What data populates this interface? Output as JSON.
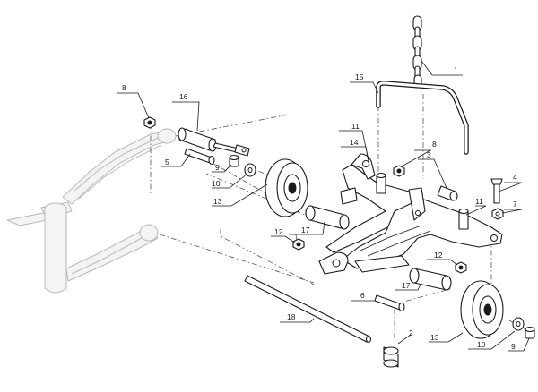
{
  "callouts": {
    "c1": "1",
    "c2": "2",
    "c3": "3",
    "c4": "4",
    "c5": "5",
    "c6": "6",
    "c7": "7",
    "c8a": "8",
    "c8b": "8",
    "c9a": "9",
    "c9b": "9",
    "c10a": "10",
    "c10b": "10",
    "c11a": "11",
    "c11b": "11",
    "c12a": "12",
    "c12b": "12",
    "c13a": "13",
    "c13b": "13",
    "c14": "14",
    "c15": "15",
    "c16": "16",
    "c17a": "17",
    "c17b": "17",
    "c18": "18"
  },
  "colors": {
    "line": "#1a1a1a",
    "ghost": "#b9b9b9",
    "background": "#ffffff"
  }
}
